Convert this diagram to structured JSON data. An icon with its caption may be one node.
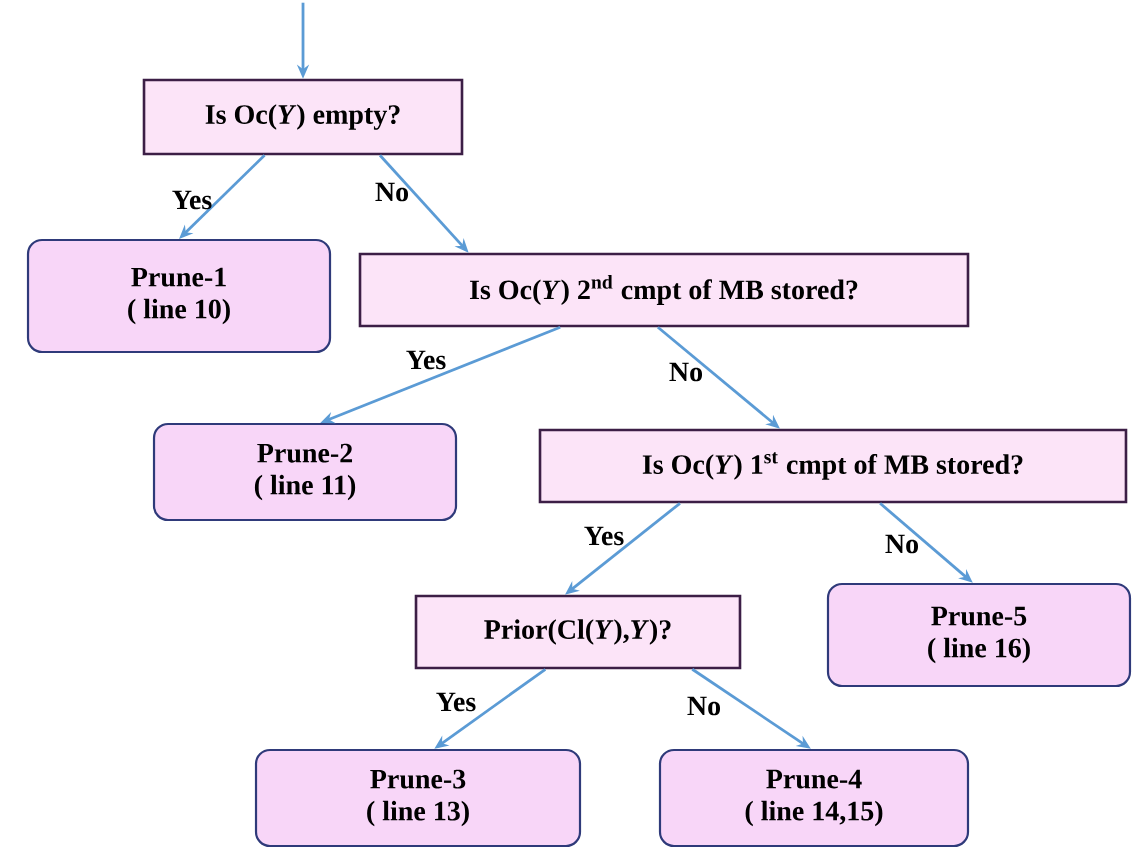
{
  "diagram": {
    "nodes": [
      {
        "text": [
          "Is Oc(*Y*) empty?"
        ]
      },
      {
        "text": [
          "Prune-1",
          "( line 10)"
        ]
      },
      {
        "text": [
          "Is Oc(*Y*) 2$^{nd}$ cmpt of MB stored?"
        ]
      },
      {
        "text": [
          "Prune-2",
          "( line 11)"
        ]
      },
      {
        "text": [
          "Is Oc(*Y*) 1$^{st}$ cmpt of MB stored?"
        ]
      },
      {
        "text": [
          "Prior(Cl(*Y*),*Y*)?"
        ]
      },
      {
        "text": [
          "Prune-5",
          "( line 16)"
        ]
      },
      {
        "text": [
          "Prune-3",
          "( line 13)"
        ]
      },
      {
        "text": [
          "Prune-4",
          "( line 14,15)"
        ]
      }
    ],
    "edges": [
      {
        "from": null,
        "to": 0,
        "arrow": "to"
      },
      {
        "from": 0,
        "to": 1,
        "arrow": "to",
        "label": "Yes"
      },
      {
        "from": 0,
        "to": 2,
        "arrow": "to",
        "label": "No"
      },
      {
        "from": 2,
        "to": 3,
        "arrow": "to",
        "label": "Yes"
      },
      {
        "from": 2,
        "to": 4,
        "arrow": "to",
        "label": "No"
      },
      {
        "from": 4,
        "to": 5,
        "arrow": "to",
        "label": "Yes"
      },
      {
        "from": 4,
        "to": 6,
        "arrow": "to",
        "label": "No"
      },
      {
        "from": 5,
        "to": 7,
        "arrow": "to",
        "label": "Yes"
      },
      {
        "from": 5,
        "to": 8,
        "arrow": "to",
        "label": "No"
      }
    ]
  }
}
